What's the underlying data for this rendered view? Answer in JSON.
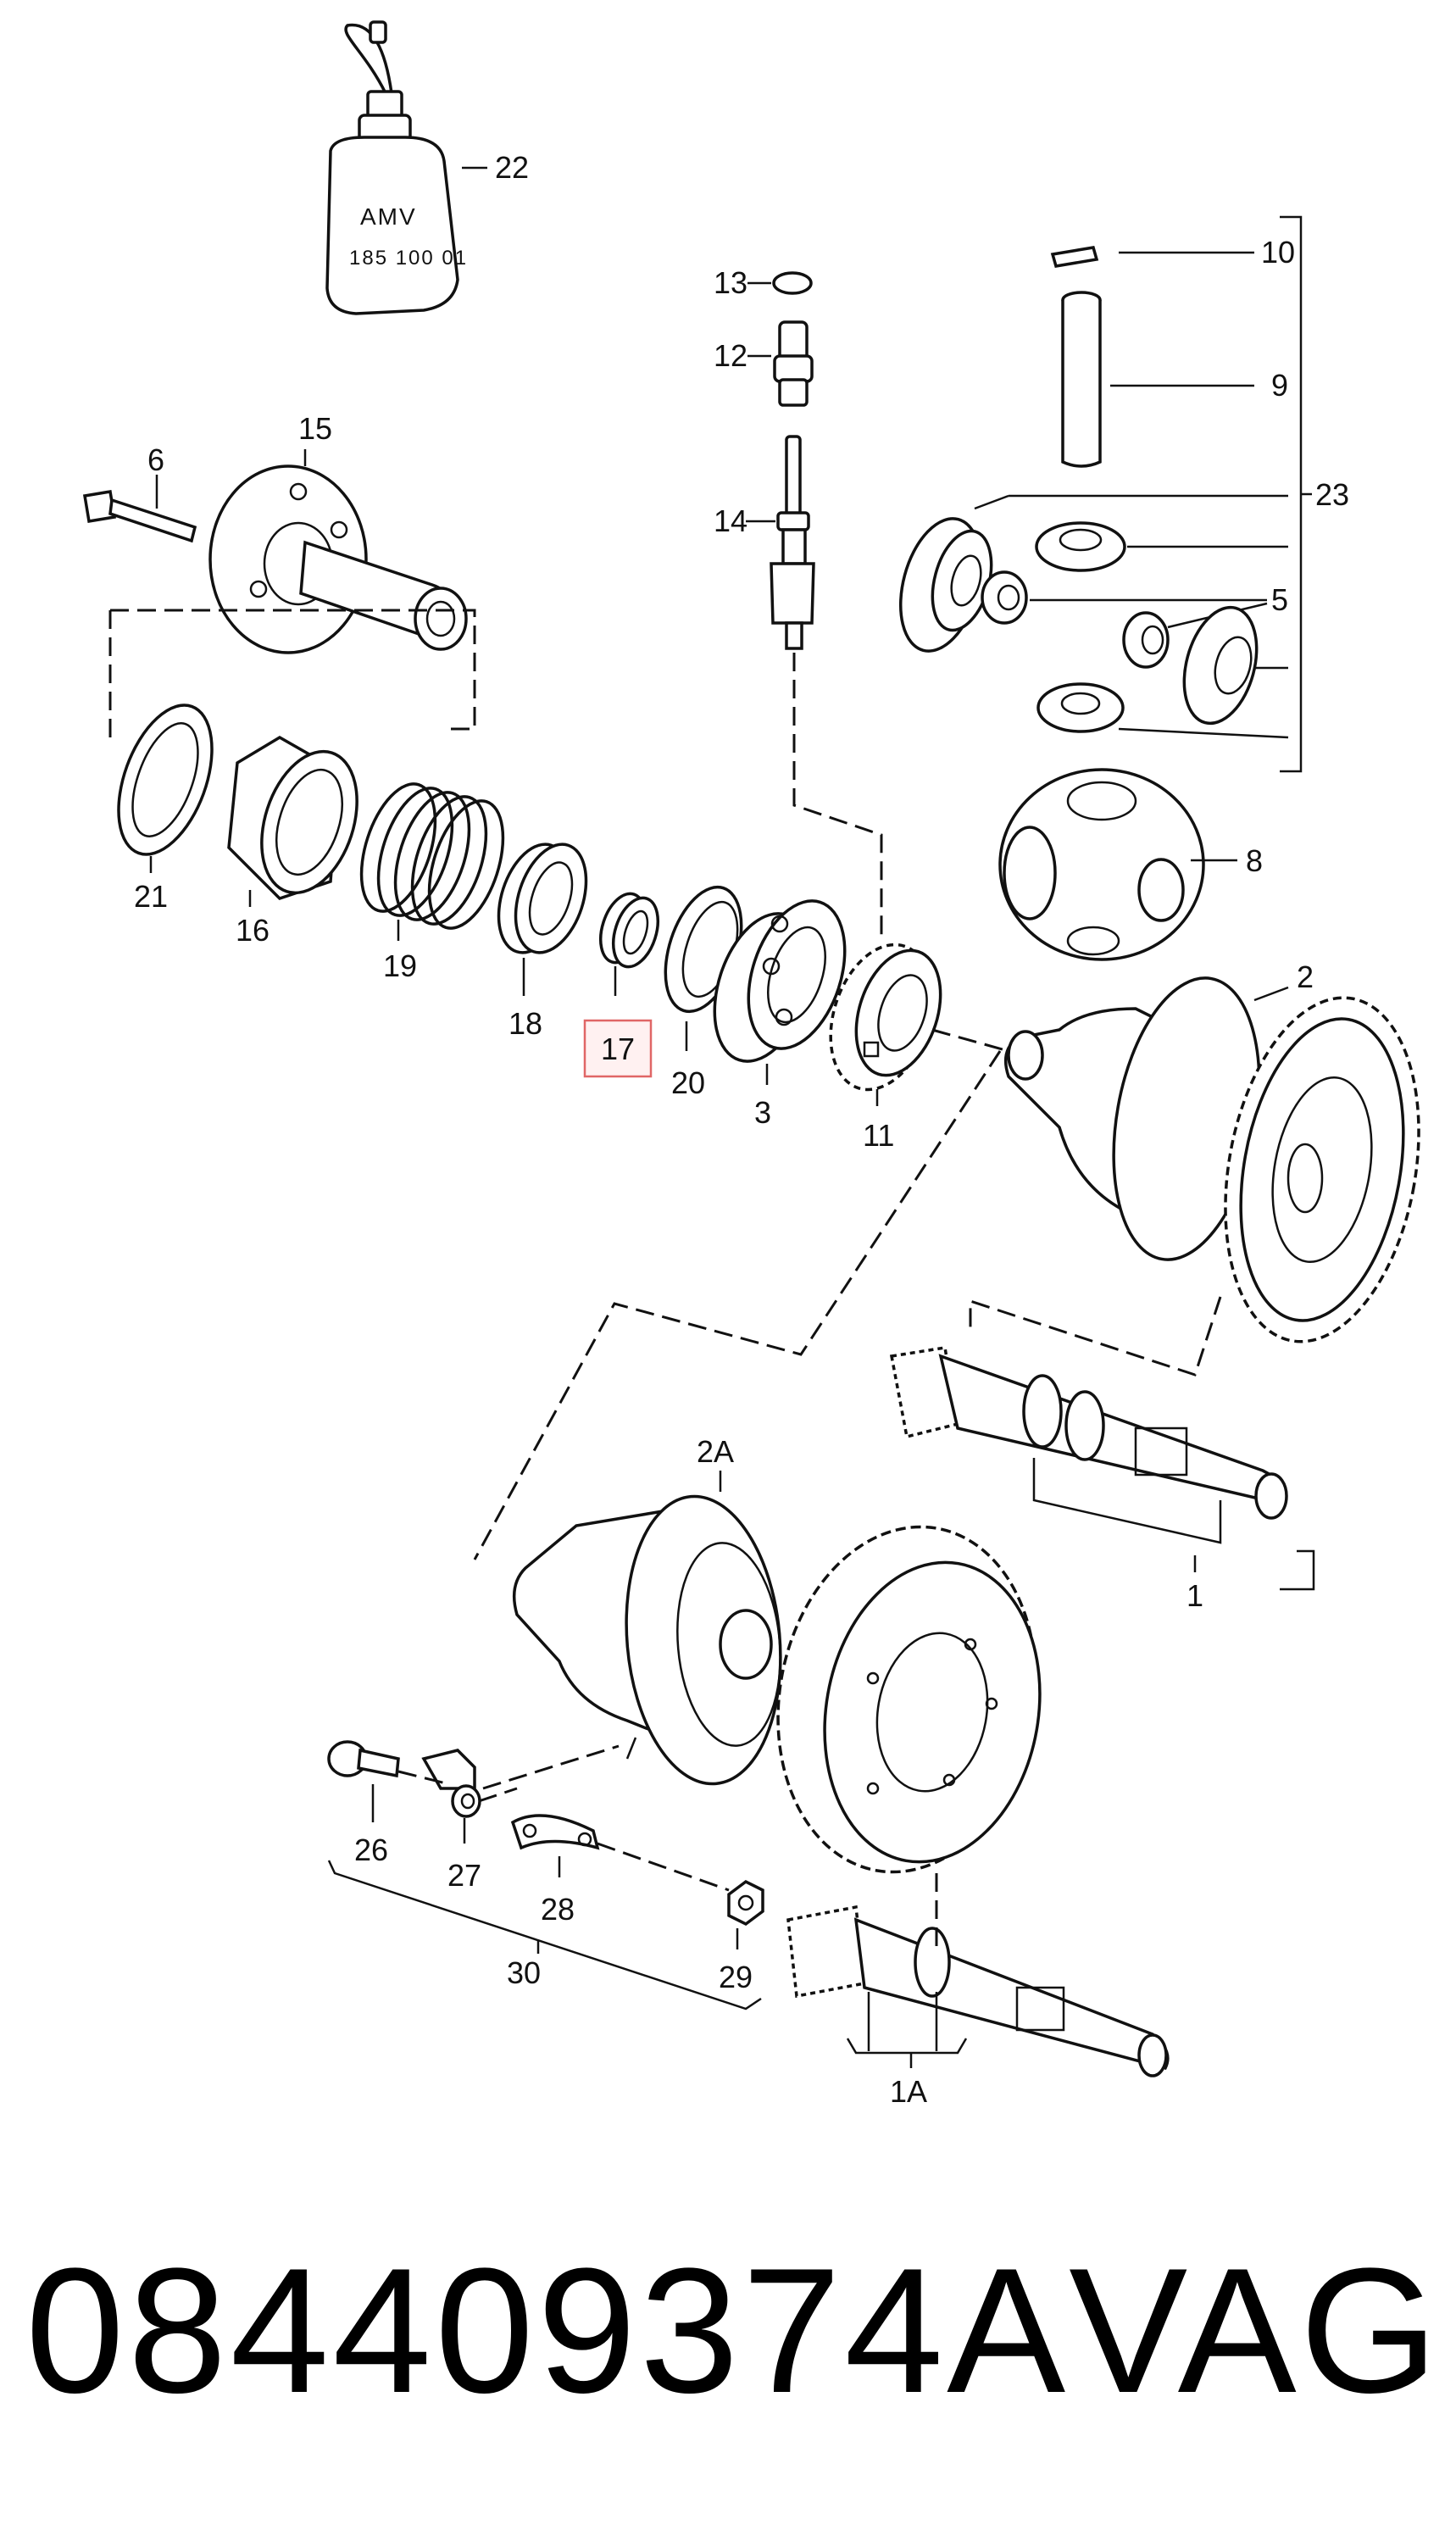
{
  "oil_bottle": {
    "line1": "AMV",
    "line2": "185 100 01"
  },
  "labels": {
    "l22": "22",
    "l15": "15",
    "l6": "6",
    "l13": "13",
    "l12": "12",
    "l14": "14",
    "l10": "10",
    "l9": "9",
    "l23": "23",
    "l5": "5",
    "l8": "8",
    "l2": "2",
    "l21": "21",
    "l16": "16",
    "l19": "19",
    "l18": "18",
    "l17": "17",
    "l20": "20",
    "l3": "3",
    "l11": "11",
    "l1": "1",
    "l2A": "2A",
    "l26": "26",
    "l27": "27",
    "l28": "28",
    "l29": "29",
    "l30": "30",
    "l1A": "1A"
  },
  "highlighted_label": "17",
  "footer": {
    "part_number": "084409374A",
    "brand": "VAG"
  }
}
